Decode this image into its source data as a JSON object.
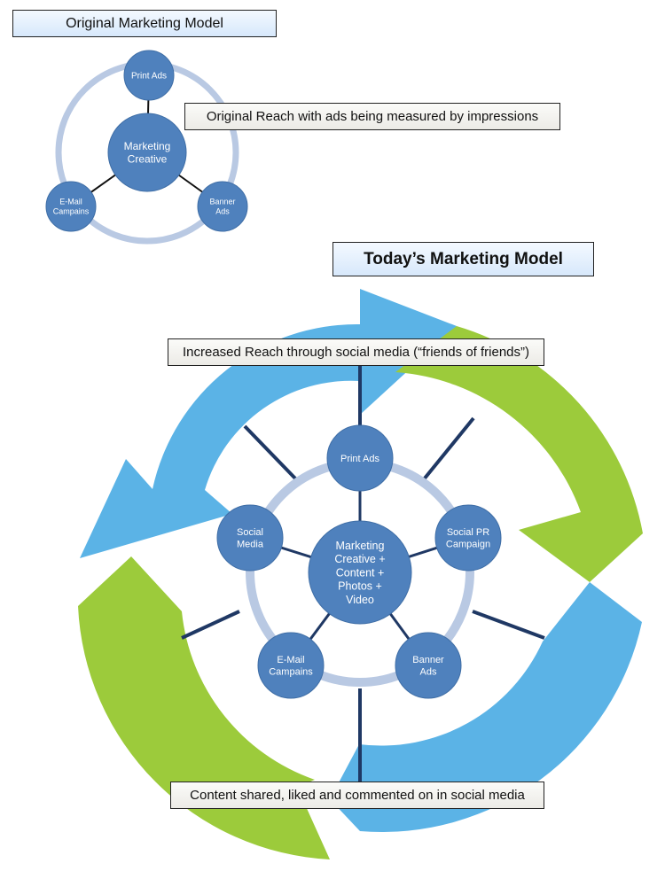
{
  "original": {
    "title": "Original Marketing Model",
    "reach_label": "Original Reach with ads being measured by impressions",
    "center": [
      "Marketing",
      "Creative"
    ],
    "nodes": [
      {
        "id": "print-ads",
        "lines": [
          "Print Ads"
        ]
      },
      {
        "id": "banner-ads",
        "lines": [
          "Banner",
          "Ads"
        ]
      },
      {
        "id": "email-campains",
        "lines": [
          "E-Mail",
          "Campains"
        ]
      }
    ]
  },
  "today": {
    "title": "Today’s Marketing Model",
    "reach_label": "Increased Reach through social media (“friends of friends”)",
    "shared_label": "Content shared, liked and commented on in social media",
    "center": [
      "Marketing",
      "Creative +",
      "Content +",
      "Photos +",
      "Video"
    ],
    "nodes": [
      {
        "id": "print-ads",
        "lines": [
          "Print Ads"
        ]
      },
      {
        "id": "social-pr-campaign",
        "lines": [
          "Social PR",
          "Campaign"
        ]
      },
      {
        "id": "banner-ads",
        "lines": [
          "Banner",
          "Ads"
        ]
      },
      {
        "id": "email-campains",
        "lines": [
          "E-Mail",
          "Campains"
        ]
      },
      {
        "id": "social-media",
        "lines": [
          "Social",
          "Media"
        ]
      }
    ]
  },
  "colors": {
    "node": "#4f81bd",
    "ring": "#b9c9e3",
    "line": "#1f3864",
    "arrow_blue": "#5bb3e6",
    "arrow_green": "#9ccb3b"
  }
}
